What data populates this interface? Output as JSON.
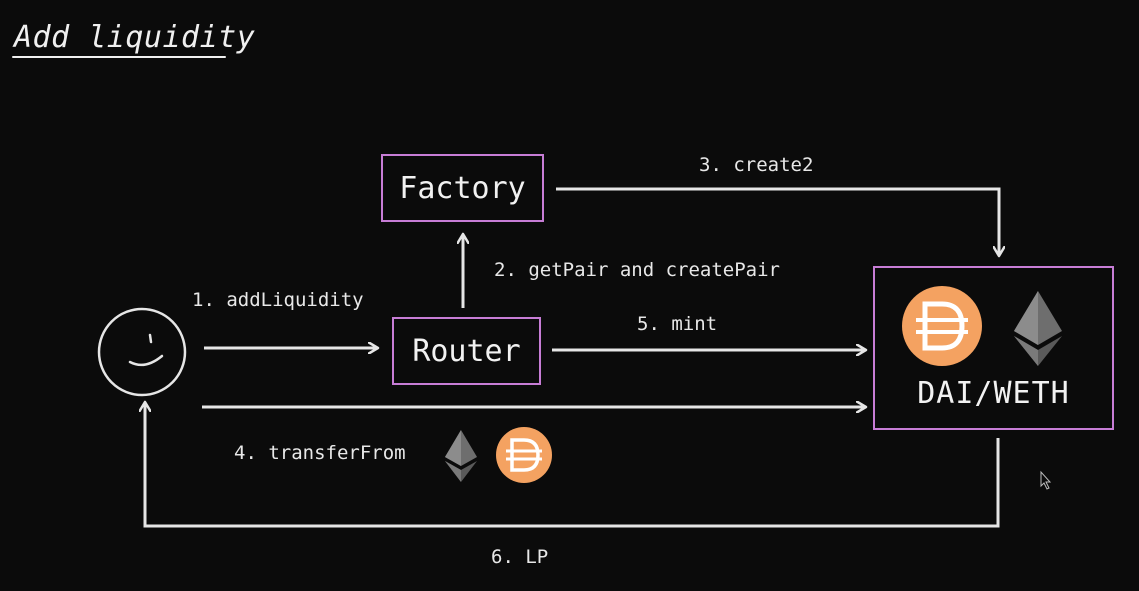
{
  "title": "Add liquidity",
  "nodes": {
    "factory": "Factory",
    "router": "Router",
    "pool": "DAI/WETH"
  },
  "edges": {
    "add_liquidity": "1. addLiquidity",
    "get_pair": "2. getPair and createPair",
    "create2": "3. create2",
    "transfer_from": "4. transferFrom",
    "mint": "5. mint",
    "lp": "6. LP"
  },
  "icons": [
    "user-smiley-icon",
    "dai-icon",
    "eth-icon",
    "cursor-icon"
  ],
  "colors": {
    "background": "#0b0b0b",
    "box_border": "#c77dd6",
    "line": "#e6e6e6",
    "dai": "#f4a261"
  }
}
